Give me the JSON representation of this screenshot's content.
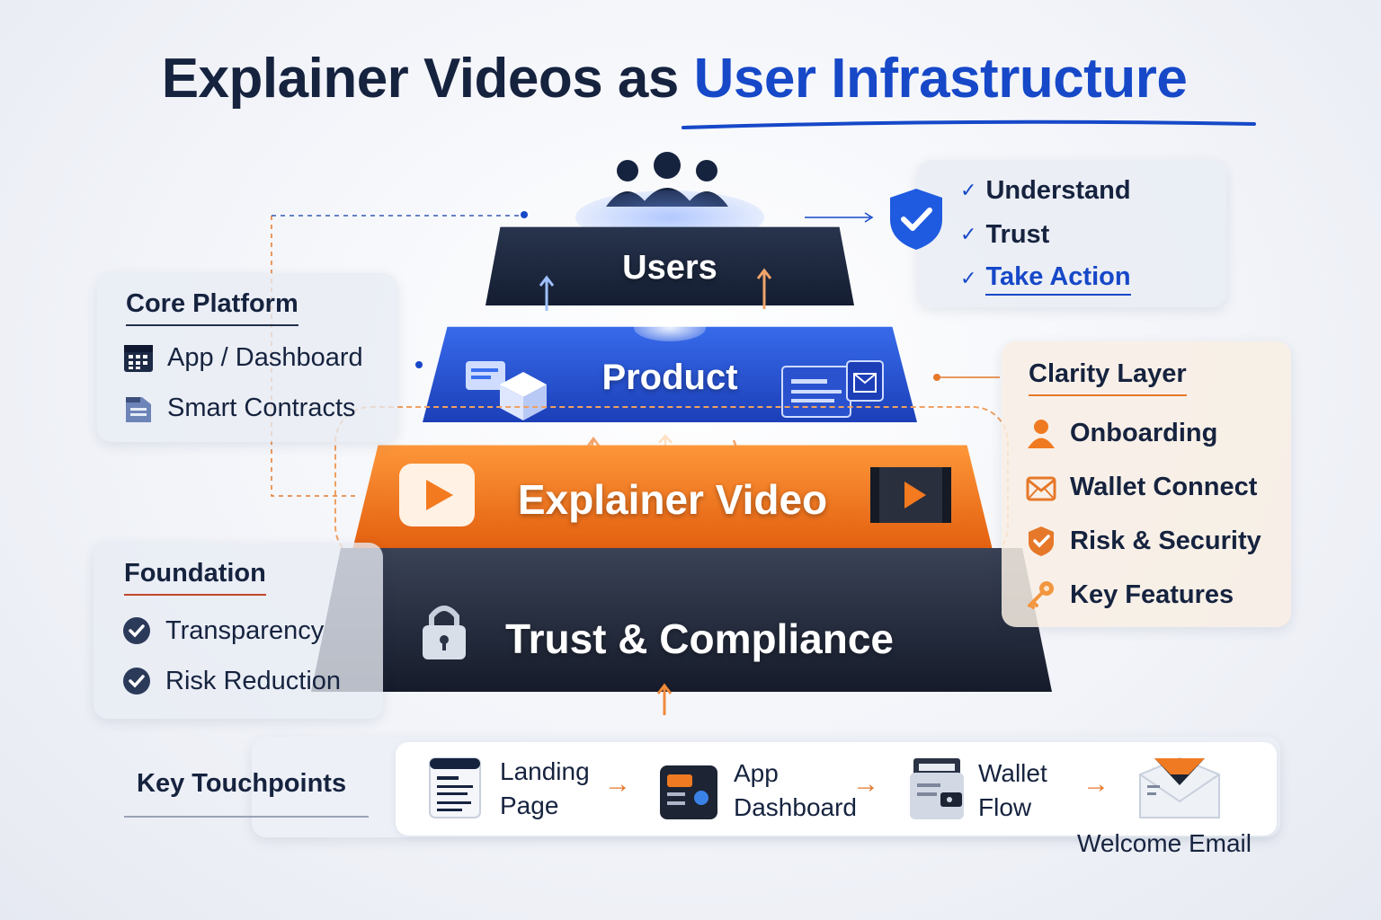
{
  "title": {
    "part1": "Explainer Videos as",
    "part2": "User Infrastructure"
  },
  "pyramid": {
    "users": "Users",
    "product": "Product",
    "explainer": "Explainer Video",
    "trust": "Trust & Compliance"
  },
  "outcomes": {
    "items": [
      {
        "label": "Understand"
      },
      {
        "label": "Trust"
      },
      {
        "label": "Take Action"
      }
    ]
  },
  "core_platform": {
    "heading": "Core Platform",
    "items": [
      {
        "label": "App / Dashboard",
        "icon": "calendar-grid-icon"
      },
      {
        "label": "Smart Contracts",
        "icon": "document-icon"
      }
    ]
  },
  "clarity_layer": {
    "heading": "Clarity Layer",
    "items": [
      {
        "label": "Onboarding",
        "icon": "user-icon"
      },
      {
        "label": "Wallet Connect",
        "icon": "envelope-icon"
      },
      {
        "label": "Risk & Security",
        "icon": "check-badge-icon"
      },
      {
        "label": "Key Features",
        "icon": "key-icon"
      }
    ]
  },
  "foundation": {
    "heading": "Foundation",
    "items": [
      {
        "label": "Transparency",
        "icon": "check-circle-icon"
      },
      {
        "label": "Risk Reduction",
        "icon": "check-circle-icon"
      }
    ]
  },
  "touchpoints": {
    "heading": "Key Touchpoints",
    "steps": [
      {
        "line1": "Landing",
        "line2": "Page",
        "icon": "web-page-icon"
      },
      {
        "line1": "App",
        "line2": "Dashboard",
        "icon": "dashboard-icon"
      },
      {
        "line1": "Wallet",
        "line2": "Flow",
        "icon": "wallet-icon"
      },
      {
        "line1": "Welcome Email",
        "icon": "email-icon"
      }
    ]
  },
  "colors": {
    "navy": "#16233f",
    "brand_blue": "#1648c8",
    "accent_orange": "#e6782a"
  }
}
